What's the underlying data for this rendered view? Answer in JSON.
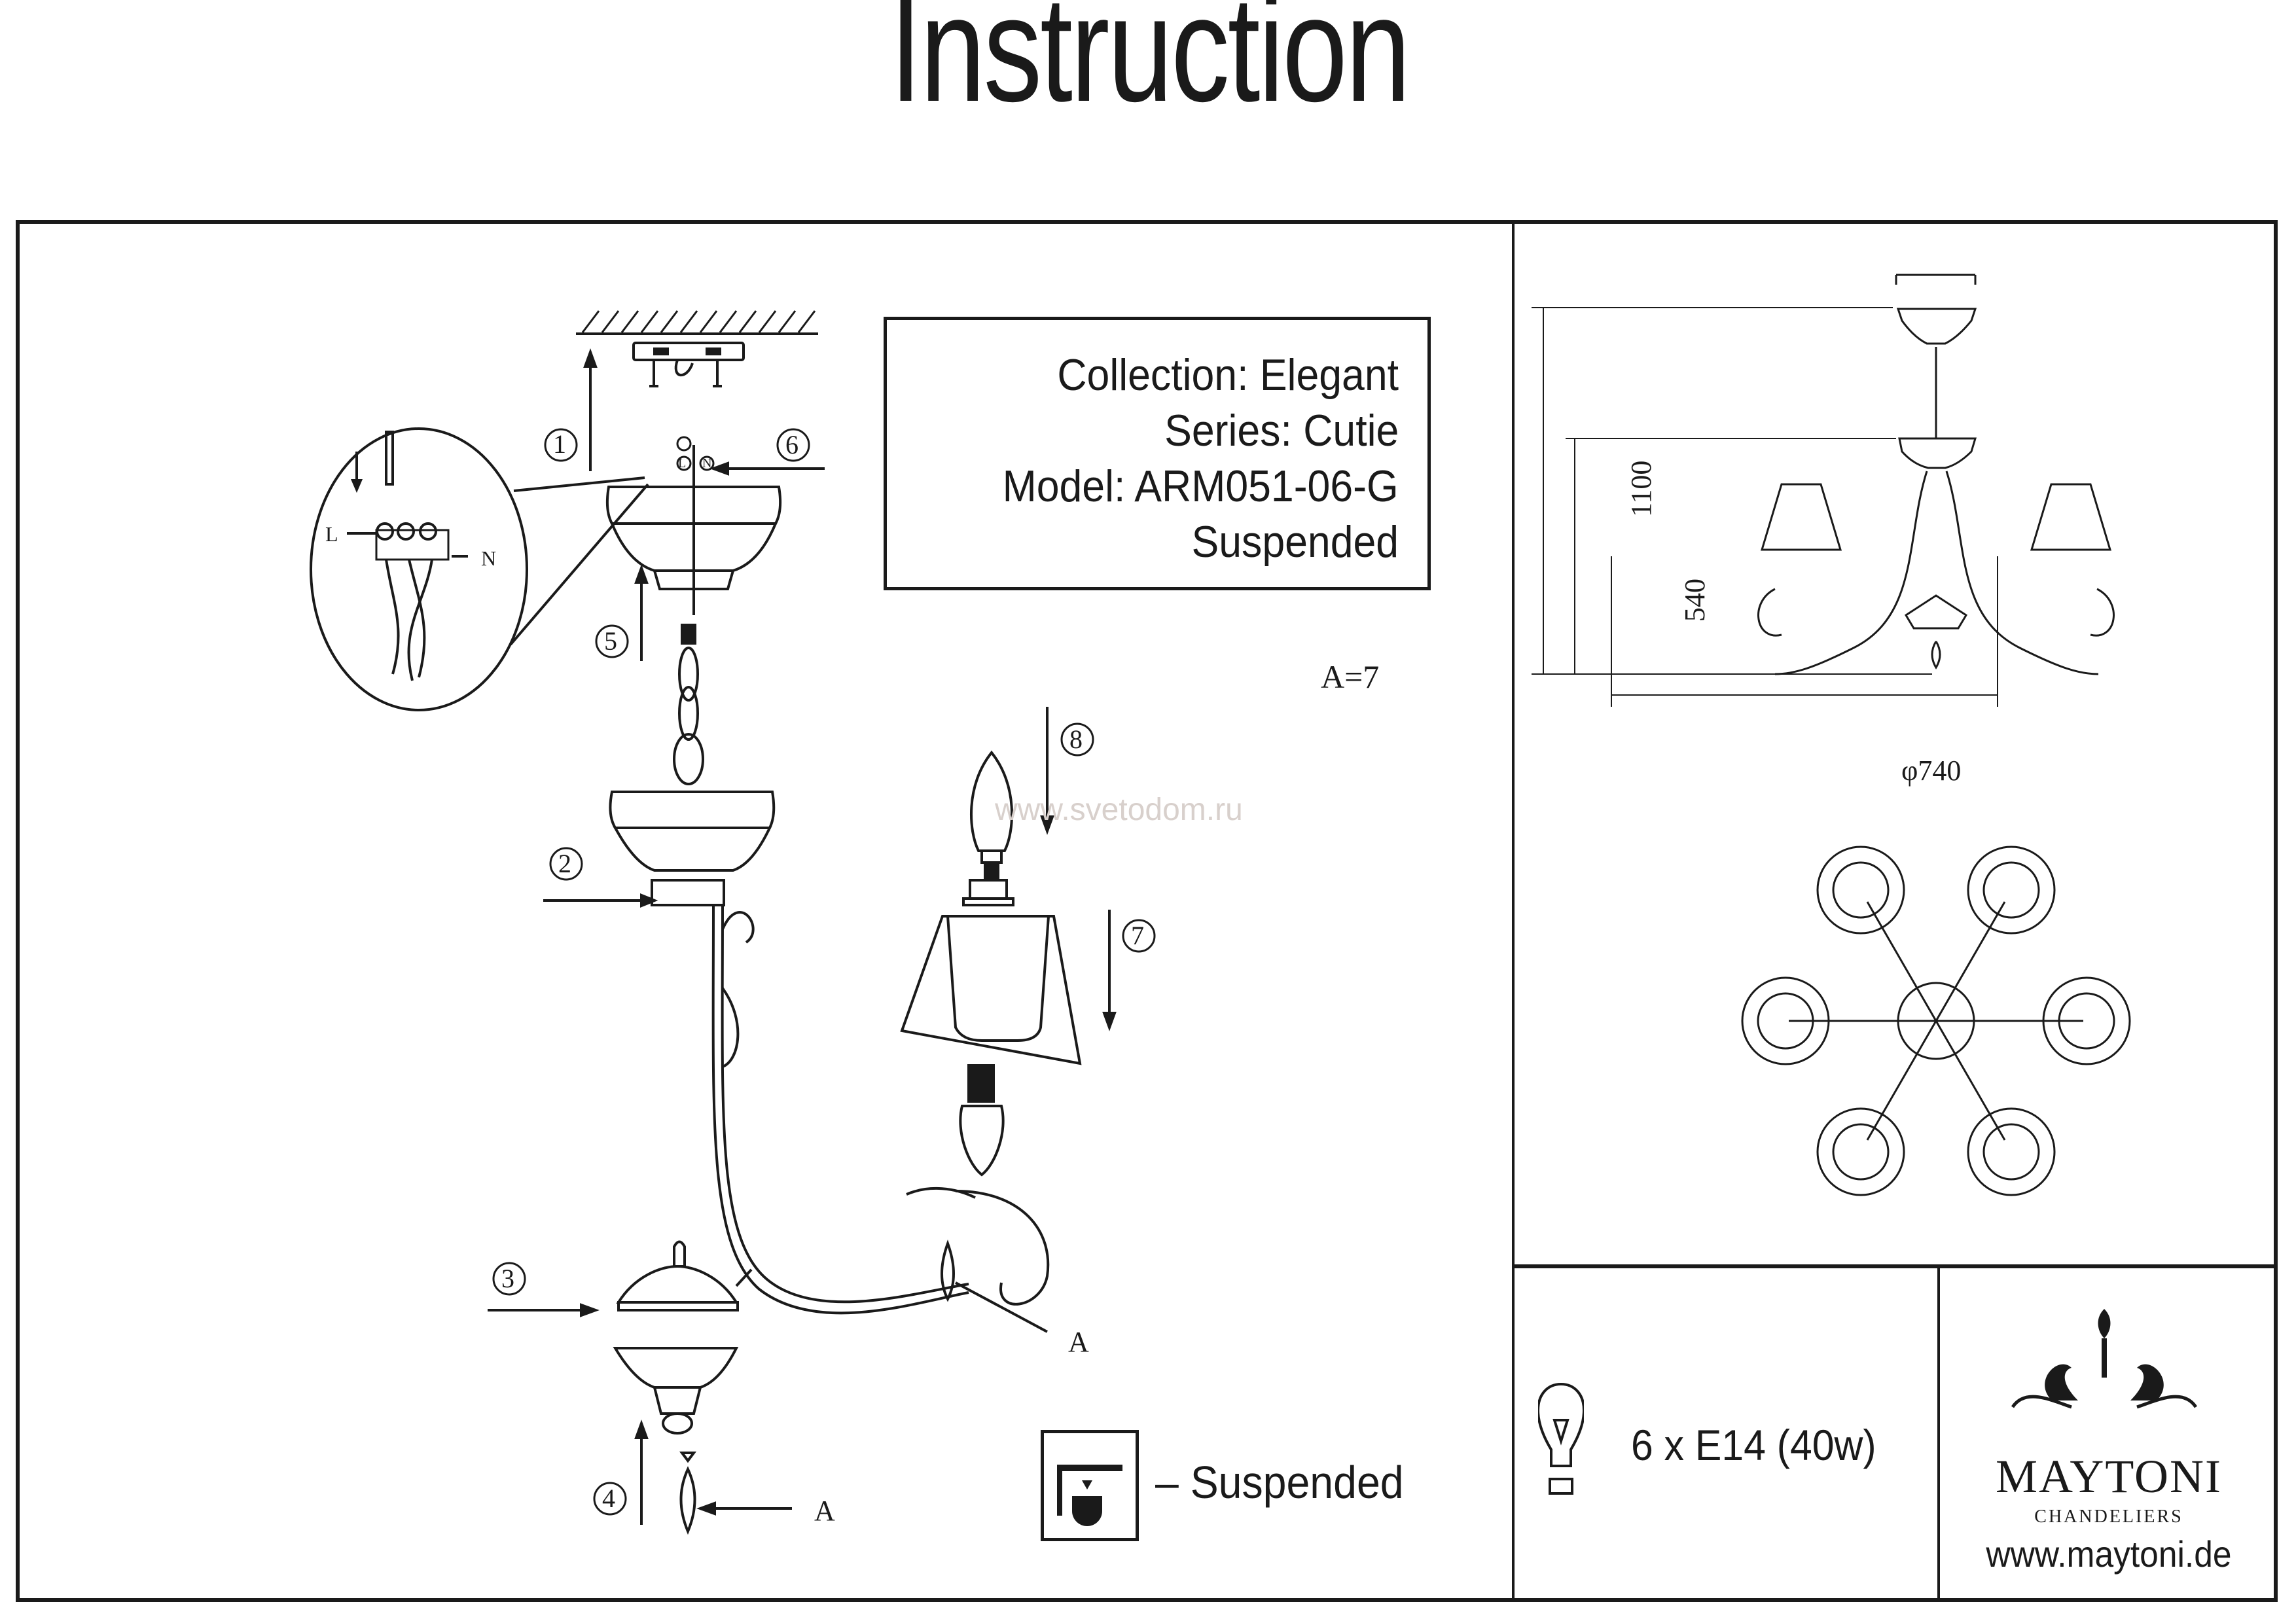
{
  "header": {
    "title": "Instruction"
  },
  "product_info": {
    "collection": "Collection: Elegant",
    "series": "Series: Cutie",
    "model": "Model: ARM051-06-G",
    "mount_type": "Suspended"
  },
  "assembly": {
    "steps": [
      "1",
      "2",
      "3",
      "4",
      "5",
      "6",
      "7",
      "8"
    ],
    "part_count_label": "A=7",
    "part_marker": "A",
    "wiring": {
      "live": "L",
      "neutral": "N",
      "inset_live": "L",
      "inset_neutral": "N"
    },
    "watermark": "www.svetodom.ru"
  },
  "mount_legend": {
    "label": "– Suspended",
    "icon": "suspended-mount-icon"
  },
  "dimensions": {
    "total_height": "1100",
    "body_height": "540",
    "diameter": "φ740"
  },
  "lamp_spec": {
    "icon": "bulb-icon",
    "text": "6 x E14 (40w)"
  },
  "brand": {
    "name": "MAYTONI",
    "tagline": "CHANDELIERS",
    "url": "www.maytoni.de"
  }
}
